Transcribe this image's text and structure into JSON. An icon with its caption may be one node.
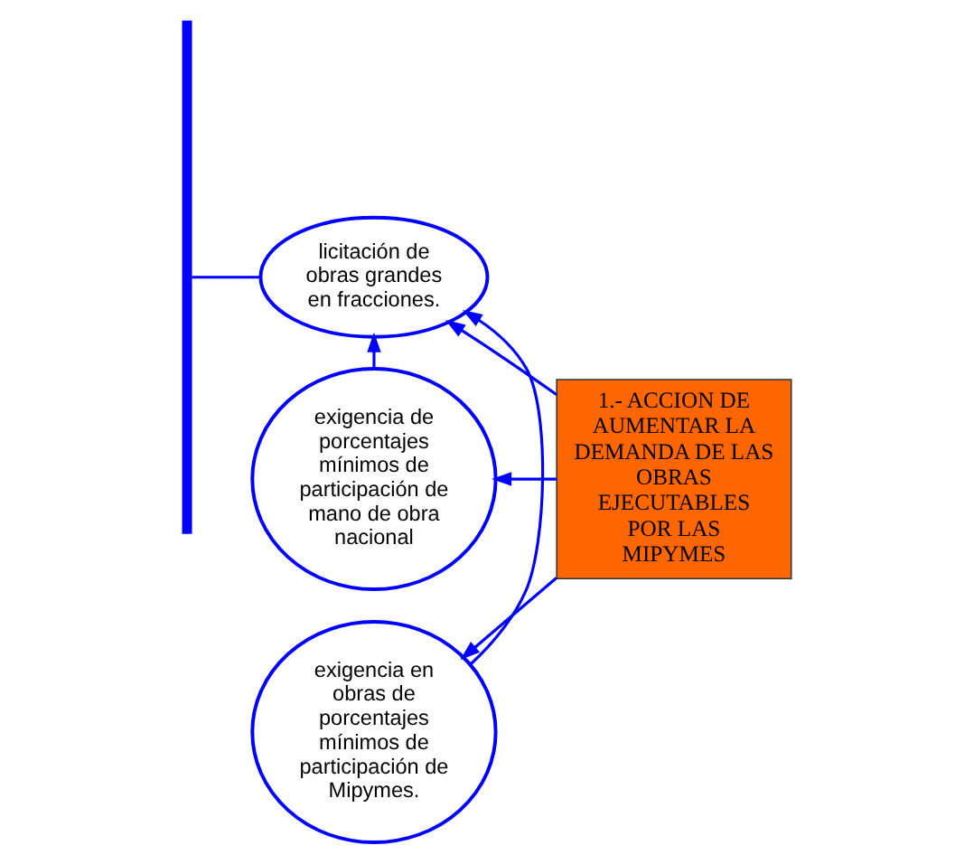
{
  "diagram": {
    "nodes": [
      {
        "text": [],
        "shape": "bar"
      },
      {
        "text": [
          "licitación de obras grandes en fracciones."
        ]
      },
      {
        "text": [
          "exigencia de porcentajes mínimos de participación de mano de obra nacional"
        ]
      },
      {
        "text": [
          "exigencia en obras de porcentajes mínimos de participación de Mipymes."
        ]
      },
      {
        "text": [
          "1.- ACCION DE AUMENTAR LA DEMANDA DE LAS OBRAS EJECUTABLES POR LAS MIPYMES"
        ]
      }
    ],
    "edges": [
      {
        "from": 1,
        "to": 0,
        "arrow": "none"
      },
      {
        "from": 2,
        "to": 1,
        "arrow": "to"
      },
      {
        "from": 3,
        "to": 1,
        "arrow": "to"
      },
      {
        "from": 4,
        "to": 1,
        "arrow": "to"
      },
      {
        "from": 4,
        "to": 2,
        "arrow": "to"
      },
      {
        "from": 4,
        "to": 3,
        "arrow": "to"
      }
    ]
  }
}
